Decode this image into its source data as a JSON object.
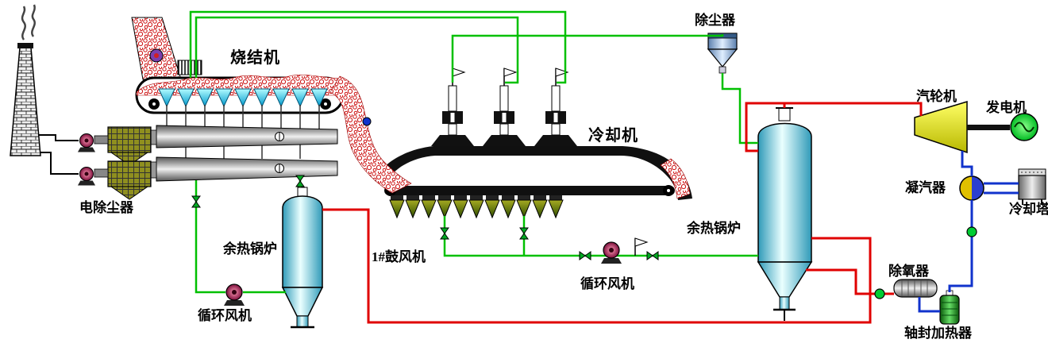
{
  "labels": {
    "sintering_machine": "烧结机",
    "esp": "电除尘器",
    "whb_left": "余热锅炉",
    "circ_fan_left": "循环风机",
    "blower_1": "1#鼓风机",
    "cooler": "冷却机",
    "circ_fan_right": "循环风机",
    "whb_right": "余热锅炉",
    "dust_collector": "除尘器",
    "steam_turbine": "汽轮机",
    "generator": "发电机",
    "condenser": "凝汽器",
    "cooling_tower": "冷却塔",
    "deaerator": "除氧器",
    "gland_seal_heater": "轴封加热器"
  },
  "colors": {
    "gas_line_green": "#00c000",
    "steam_line_red": "#e00000",
    "water_line_blue": "#1133cc",
    "ore_red": "#cc1111",
    "vessel_cyan": "#bfeeff",
    "turbine_yellow": "#e6e600",
    "generator_green": "#22cc33"
  }
}
